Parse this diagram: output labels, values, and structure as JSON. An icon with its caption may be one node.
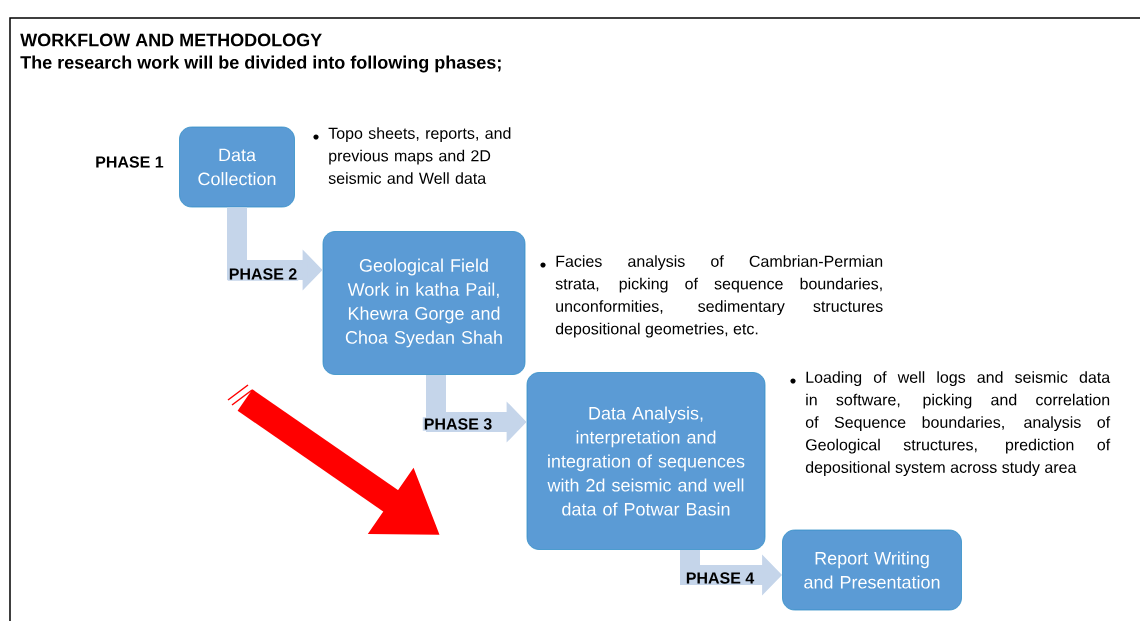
{
  "diagram": {
    "title": "WORKFLOW AND METHODOLOGY",
    "nodes": [
      {
        "text": [
          "Data Collection"
        ],
        "beside": [
          "PHASE 1",
          "Topo sheets, reports, and previous maps and 2D seismic and Well data"
        ]
      },
      {
        "text": [
          "Geological Field Work in katha Pail, Khewra Gorge and Choa Syedan Shah"
        ],
        "beside": [
          "Facies analysis of Cambrian-Permian strata, picking of sequence boundaries, unconformities, sedimentary structures depositional geometries, etc."
        ]
      },
      {
        "text": [
          "Data Analysis, interpretation and integration of sequences with 2d seismic and well data of Potwar Basin"
        ],
        "beside": [
          "Loading of well logs and seismic data in software, picking and correlation of Sequence boundaries, analysis of Geological structures, prediction of depositional system across study area"
        ]
      },
      {
        "text": [
          "Report Writing and Presentation"
        ]
      }
    ],
    "edges": [
      {
        "from": 0,
        "to": 1,
        "arrow": "to",
        "label": "PHASE 2"
      },
      {
        "from": 1,
        "to": 2,
        "arrow": "to",
        "label": "PHASE 3"
      },
      {
        "from": 2,
        "to": 3,
        "arrow": "to",
        "label": "PHASE 4"
      }
    ],
    "labels": [
      "The research work will be divided into following phases;"
    ]
  }
}
